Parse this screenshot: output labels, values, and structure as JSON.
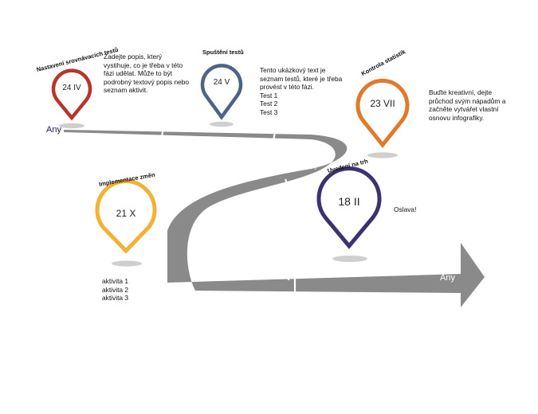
{
  "road": {
    "start_label": "Any",
    "curve_label": "Any",
    "end_label": "Any",
    "color": "#8a8a8a"
  },
  "milestones": [
    {
      "id": "m1",
      "title": "Nastavení srovnávacích testů",
      "date": "24 IV",
      "color": "#b8352c",
      "description": [
        "Zadejte popis, který",
        "vystihuje, co je třeba v této",
        "fázi udělat. Může to být",
        "podrobný textový popis nebo",
        "seznam aktivit."
      ]
    },
    {
      "id": "m2",
      "title": "Spuštění testů",
      "date": "24 V",
      "color": "#4f6485",
      "description": [
        "Tento ukázkový text je",
        "seznam testů, které je třeba",
        "provést v této fázi.",
        "Test 1",
        "Test 2",
        "Test 3"
      ]
    },
    {
      "id": "m3",
      "title": "Kontrola statistik",
      "date": "23 VII",
      "color": "#e07a2c",
      "description": [
        "Buďte kreativní, dejte",
        "průchod svým nápadům a",
        "začněte vytvářet vlastní",
        "osnovu infografiky."
      ]
    },
    {
      "id": "m4",
      "title": "Implementace změn",
      "date": "21 X",
      "color": "#f2b233",
      "description": [
        "aktivita 1",
        "aktivita 2",
        "aktivita 3"
      ]
    },
    {
      "id": "m5",
      "title": "Uvedení na trh",
      "date": "18 II",
      "color": "#3e3170",
      "description": [
        "Oslava!"
      ]
    }
  ]
}
